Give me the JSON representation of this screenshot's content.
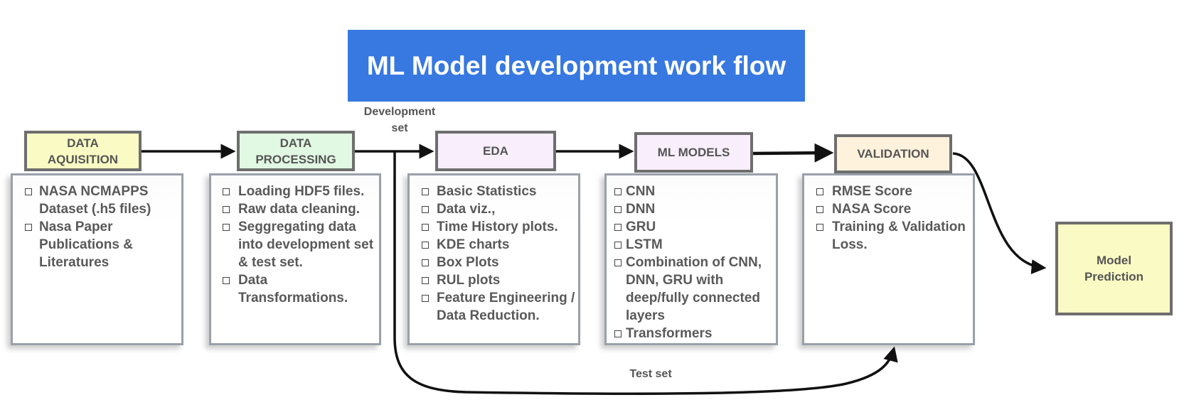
{
  "title": "ML Model development work flow",
  "colors": {
    "title_bg": "#3778e1",
    "data_aquisition": "#fafac4",
    "data_processing": "#e1f8e3",
    "eda": "#f8eefc",
    "ml_models": "#f8eefc",
    "validation": "#fff2dc",
    "model_prediction": "#fafac4"
  },
  "stages": [
    {
      "id": "data-aquisition",
      "title": "DATA\nAQUISITION",
      "items": [
        "NASA NCMAPPS Dataset (.h5 files)",
        "Nasa Paper Publications & Literatures"
      ]
    },
    {
      "id": "data-processing",
      "title": "DATA\nPROCESSING",
      "items": [
        "Loading HDF5 files.",
        "Raw data cleaning.",
        "Seggregating data into development set & test set.",
        "Data Transformations."
      ]
    },
    {
      "id": "eda",
      "title": "EDA",
      "items": [
        "Basic Statistics",
        "Data viz.,",
        "Time History plots.",
        "KDE charts",
        "Box Plots",
        "RUL plots",
        "Feature Engineering / Data Reduction."
      ]
    },
    {
      "id": "ml-models",
      "title": "ML MODELS",
      "items": [
        "CNN",
        "DNN",
        "GRU",
        "LSTM",
        "Combination of CNN, DNN, GRU with deep/fully connected layers",
        "Transformers"
      ]
    },
    {
      "id": "validation",
      "title": "VALIDATION",
      "items": [
        "RMSE Score",
        "NASA Score",
        "Training & Validation Loss."
      ]
    }
  ],
  "result": "Model\nPrediction",
  "annotations": {
    "development_set": "Development\nset",
    "test_set": "Test set"
  }
}
